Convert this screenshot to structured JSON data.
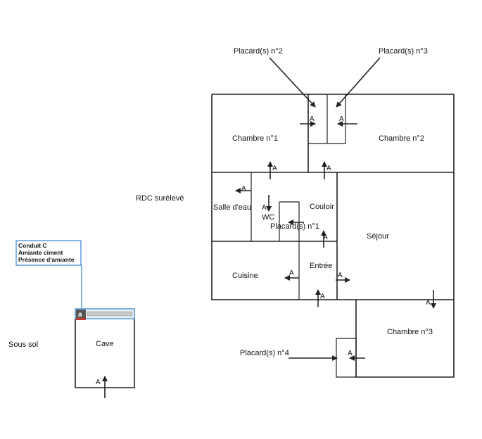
{
  "floors": {
    "ground": "RDC surélevé",
    "basement": "Sous sol"
  },
  "rooms": {
    "chambre1": "Chambre n°1",
    "chambre2": "Chambre n°2",
    "chambre3": "Chambre n°3",
    "salle_eau": "Salle d'eau",
    "wc": "WC",
    "couloir": "Couloir",
    "placard1": "Placard(s) n°1",
    "sejour": "Séjour",
    "cuisine": "Cuisine",
    "entree": "Entrée",
    "cave": "Cave"
  },
  "callouts": {
    "placard2": "Placard(s) n°2",
    "placard3": "Placard(s) n°3",
    "placard4": "Placard(s) n°4"
  },
  "access_marker": "A",
  "asbestos_note": {
    "badge": "a",
    "lines": [
      "Conduit C",
      "Amiante ciment",
      "Présence d'amiante"
    ]
  },
  "colors": {
    "walls": "#222222",
    "note_border": "#5b9bd5",
    "badge_fill": "#555555",
    "badge_accent": "#c0392b"
  }
}
